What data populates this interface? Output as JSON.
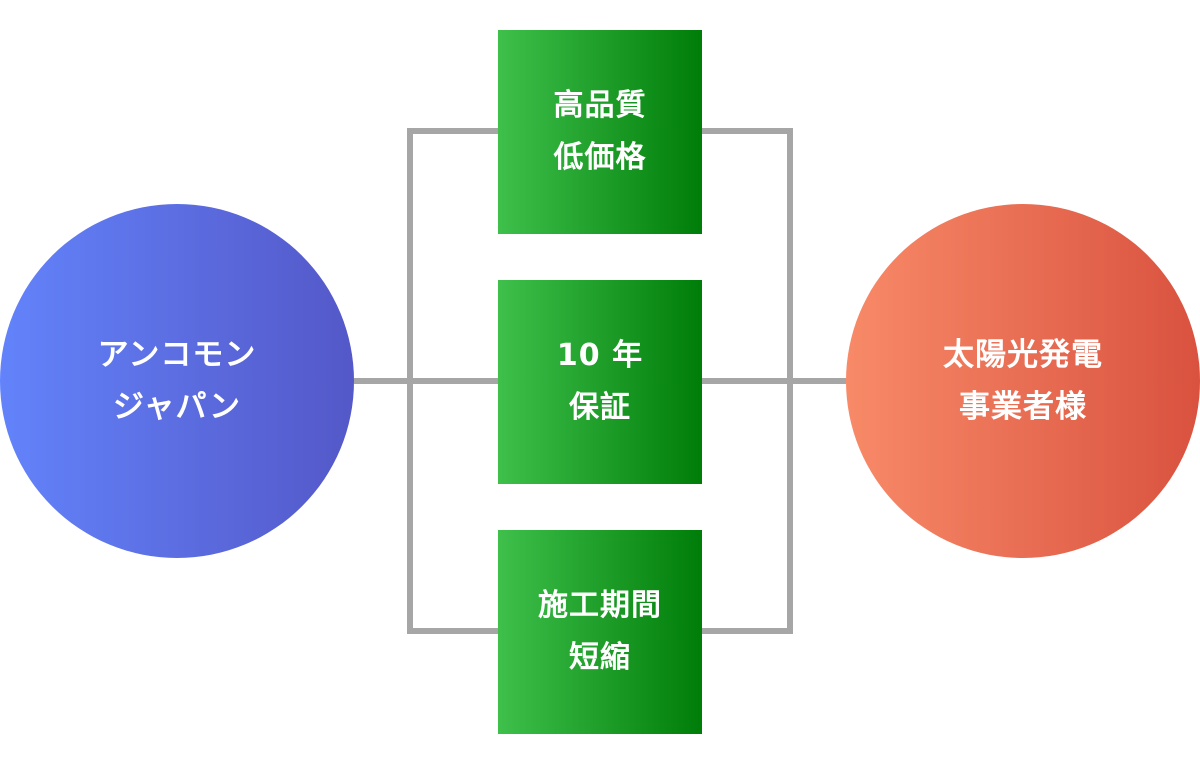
{
  "left_node": {
    "line1": "アンコモン",
    "line2": "ジャパン",
    "gradient_start": "#6383fb",
    "gradient_end": "#5458c8"
  },
  "right_node": {
    "line1": "太陽光発電",
    "line2": "事業者様",
    "gradient_start": "#f88a68",
    "gradient_end": "#d9523f"
  },
  "benefits": [
    {
      "line1": "高品質",
      "line2": "低価格"
    },
    {
      "line1": "10 年",
      "line2": "保証"
    },
    {
      "line1": "施工期間",
      "line2": "短縮"
    }
  ],
  "colors": {
    "box_gradient_start": "#3ec04b",
    "box_gradient_end": "#007d09",
    "connector": "#a6a6a6",
    "text": "#ffffff"
  }
}
